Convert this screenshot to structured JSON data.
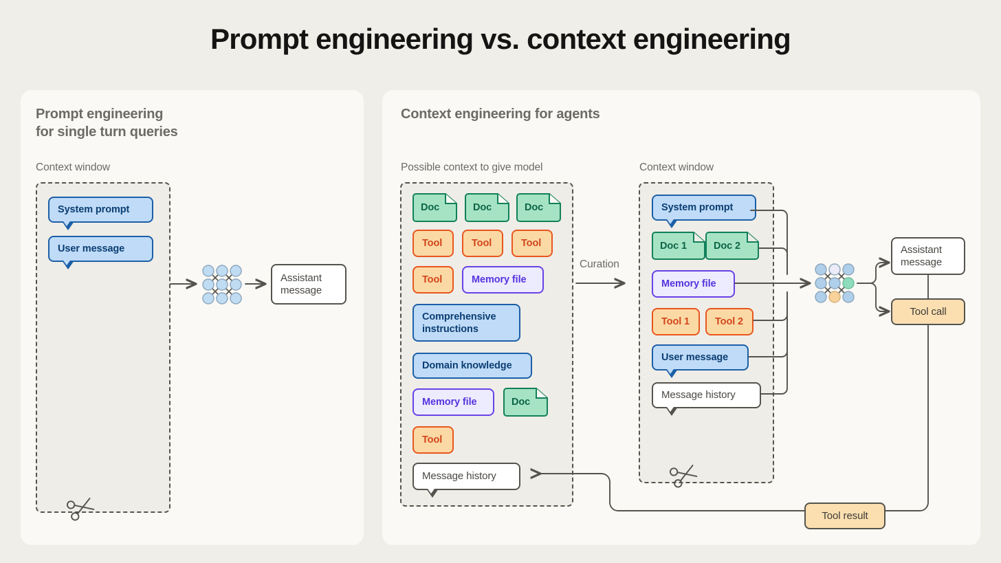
{
  "page": {
    "title": "Prompt engineering vs. context engineering",
    "background": "#F0EEE8",
    "card_background": "#FAF9F5",
    "context_window_background": "#EFEDE7"
  },
  "palette": {
    "blue_fill": "#BFDBF7",
    "blue_stroke": "#1C5FA8",
    "blue_text": "#0B3E73",
    "orange_fill": "#FBD9A5",
    "orange_stroke": "#E8561F",
    "orange_text": "#D2451A",
    "green_fill": "#A6E3C4",
    "green_stroke": "#11805A",
    "green_text": "#0B6647",
    "purple_fill": "#EDEBFE",
    "purple_stroke": "#6742E8",
    "purple_text": "#5634DE",
    "neutral_fill": "#FFFFFF",
    "neutral_stroke": "#55534D",
    "neutral_text": "#4A4843",
    "tan_fill": "#FBDFB1",
    "heading_text": "#6C6B66",
    "title_text": "#141413"
  },
  "left_panel": {
    "heading": "Prompt engineering\nfor single turn queries",
    "context_window_label": "Context window",
    "items": [
      {
        "label": "System prompt",
        "style": "blue",
        "shape": "speech-bubble"
      },
      {
        "label": "User message",
        "style": "blue",
        "shape": "speech-bubble"
      }
    ],
    "model_icon": "neural-network-icon",
    "output": {
      "label": "Assistant\nmessage",
      "style": "white"
    },
    "trim_icon": "scissors-icon"
  },
  "right_panel": {
    "heading": "Context engineering for agents",
    "possible_context_label": "Possible context to give model",
    "context_window_label": "Context window",
    "curation_label": "Curation",
    "possible_context_items": [
      {
        "label": "Doc",
        "style": "green",
        "shape": "doc",
        "row": 0,
        "col": 0
      },
      {
        "label": "Doc",
        "style": "green",
        "shape": "doc",
        "row": 0,
        "col": 1
      },
      {
        "label": "Doc",
        "style": "green",
        "shape": "doc",
        "row": 0,
        "col": 2
      },
      {
        "label": "Tool",
        "style": "orange",
        "shape": "rect",
        "row": 1,
        "col": 0
      },
      {
        "label": "Tool",
        "style": "orange",
        "shape": "rect",
        "row": 1,
        "col": 1
      },
      {
        "label": "Tool",
        "style": "orange",
        "shape": "rect",
        "row": 1,
        "col": 2
      },
      {
        "label": "Tool",
        "style": "orange",
        "shape": "rect",
        "row": 2,
        "col": 0
      },
      {
        "label": "Memory file",
        "style": "purple",
        "shape": "rect",
        "row": 2,
        "col": 1
      },
      {
        "label": "Comprehensive\ninstructions",
        "style": "blue",
        "shape": "rect",
        "row": 3,
        "col": 0
      },
      {
        "label": "Domain knowledge",
        "style": "blue",
        "shape": "rect",
        "row": 4,
        "col": 0
      },
      {
        "label": "Memory file",
        "style": "purple",
        "shape": "rect",
        "row": 5,
        "col": 0
      },
      {
        "label": "Doc",
        "style": "green",
        "shape": "doc",
        "row": 5,
        "col": 1
      },
      {
        "label": "Tool",
        "style": "orange",
        "shape": "rect",
        "row": 6,
        "col": 0
      },
      {
        "label": "Message history",
        "style": "white",
        "shape": "speech-bubble",
        "row": 7,
        "col": 0
      }
    ],
    "context_window_items": [
      {
        "label": "System prompt",
        "style": "blue",
        "shape": "speech-bubble"
      },
      {
        "label": "Doc 1",
        "style": "green",
        "shape": "doc"
      },
      {
        "label": "Doc 2",
        "style": "green",
        "shape": "doc"
      },
      {
        "label": "Memory file",
        "style": "purple",
        "shape": "rect"
      },
      {
        "label": "Tool 1",
        "style": "orange",
        "shape": "rect"
      },
      {
        "label": "Tool 2",
        "style": "orange",
        "shape": "rect"
      },
      {
        "label": "User message",
        "style": "blue",
        "shape": "speech-bubble"
      },
      {
        "label": "Message history",
        "style": "white",
        "shape": "speech-bubble"
      }
    ],
    "model_icon": "neural-network-icon",
    "model_node_colors": [
      [
        "#AFCFEA",
        "#ECEBF7",
        "#AFCFEA"
      ],
      [
        "#AFCFEA",
        "#AFCFEA",
        "#8FDCBC"
      ],
      [
        "#AFCFEA",
        "#F8D29A",
        "#AFCFEA"
      ]
    ],
    "outputs": [
      {
        "label": "Assistant\nmessage",
        "style": "white"
      },
      {
        "label": "Tool call",
        "style": "tan"
      }
    ],
    "feedback": {
      "label": "Tool result",
      "style": "tan"
    },
    "trim_icon": "scissors-icon"
  }
}
